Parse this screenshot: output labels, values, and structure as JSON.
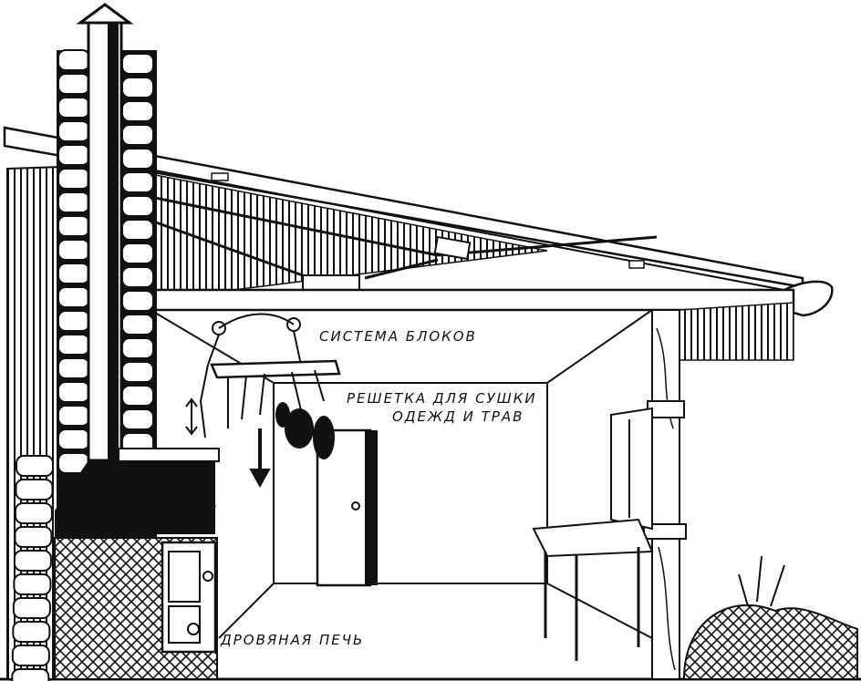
{
  "labels": {
    "pulley_system": "СИСТЕМА БЛОКОВ",
    "drying_rack_line1": "РЕШЕТКА ДЛЯ СУШКИ",
    "drying_rack_line2": "ОДЕЖД И ТРАВ",
    "wood_stove": "ДРОВЯНАЯ ПЕЧЬ"
  },
  "colors": {
    "ink": "#111111",
    "paper": "#ffffff"
  }
}
